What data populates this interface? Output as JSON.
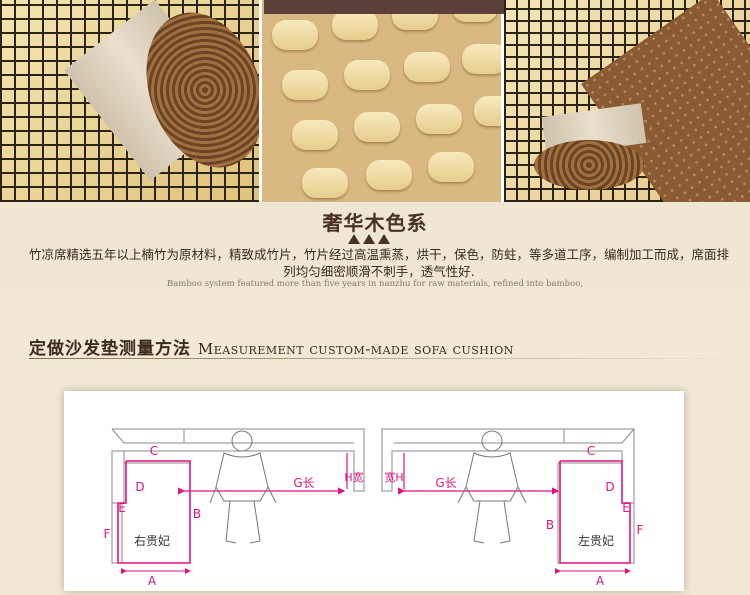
{
  "colors": {
    "accent": "#e0137f",
    "outline": "#8a8a8a",
    "header_text": "#4a3222"
  },
  "info": {
    "title": "奢华木色系",
    "body": "竹凉席精选五年以上楠竹为原材料，精致成竹片，竹片经过高温熏蒸，烘干，保色，防蛀，等多道工序，编制加工而成，席面排列均匀细密顺滑不刺手，透气性好.",
    "english": "Bamboo system featured more than five years in nanzhu for raw materials, refined into bamboo,"
  },
  "measurement": {
    "title_cn": "定做沙发垫测量方法",
    "title_en": "Measurement custom-made sofa cushion"
  },
  "diagram_left": {
    "A": "A",
    "B": "B",
    "C": "C",
    "D": "D",
    "E": "E",
    "F": "F",
    "G": "G长",
    "H": "H宽",
    "label": "右贵妃"
  },
  "diagram_right": {
    "A": "A",
    "B": "B",
    "C": "C",
    "D": "D",
    "E": "E",
    "F": "F",
    "G": "G长",
    "H": "宽H",
    "label": "左贵妃"
  }
}
